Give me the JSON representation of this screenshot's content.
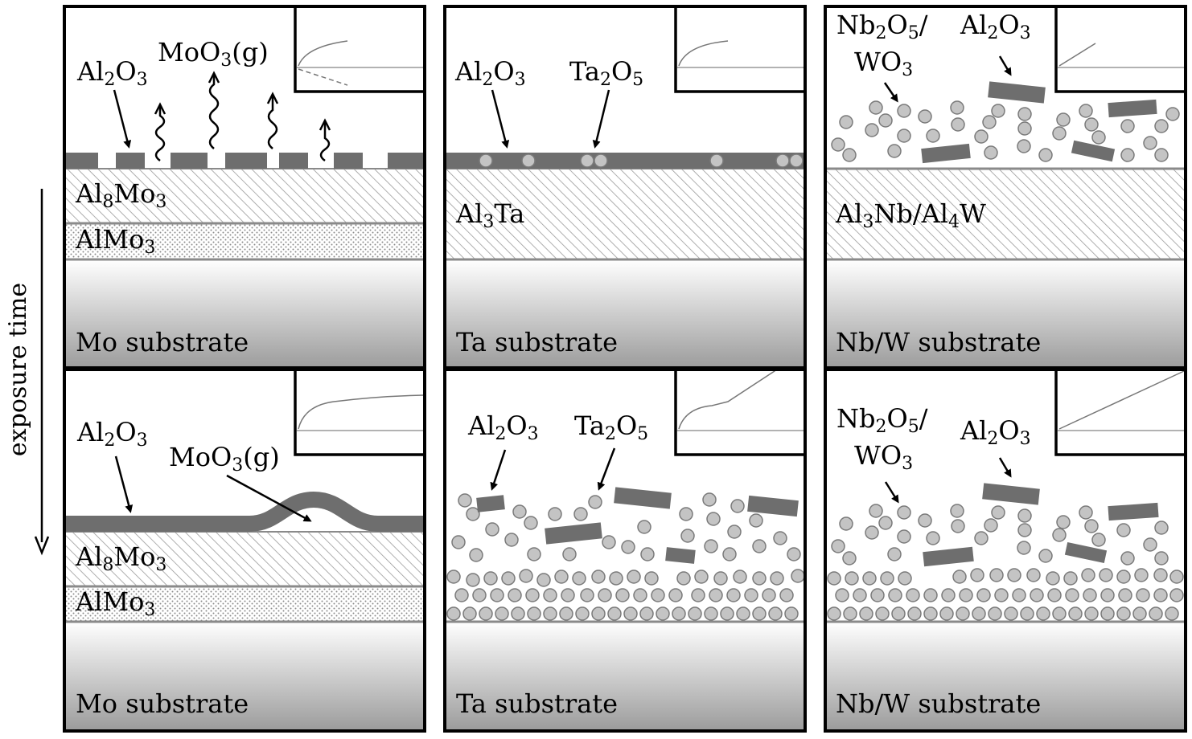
{
  "axis_label": "exposure time",
  "panels": [
    {
      "id": "mo-top",
      "substrate": "Mo substrate",
      "layer1": {
        "base": "Al",
        "sub1": "8",
        "mid": "Mo",
        "sub2": "3"
      },
      "layer2": {
        "base": "AlMo",
        "sub": "3"
      },
      "oxide": {
        "base": "Al",
        "sub": "2",
        "tail": "O",
        "sub2": "3"
      },
      "gas": {
        "base": "MoO",
        "sub": "3",
        "tail": "(g)"
      }
    },
    {
      "id": "ta-top",
      "substrate": "Ta substrate",
      "layer1": {
        "base": "Al",
        "sub": "3",
        "tail": "Ta"
      },
      "oxide": {
        "base": "Al",
        "sub": "2",
        "tail": "O",
        "sub2": "3"
      },
      "oxide2": {
        "base": "Ta",
        "sub": "2",
        "tail": "O",
        "sub2": "5"
      }
    },
    {
      "id": "nbw-top",
      "substrate": "Nb/W substrate",
      "layer1": {
        "a": "Al",
        "a_sub": "3",
        "b": "Nb/Al",
        "b_sub": "4",
        "c": "W"
      },
      "oxide_mix_line1": {
        "base": "Nb",
        "sub": "2",
        "tail": "O",
        "sub2": "5",
        "end": "/"
      },
      "oxide_mix_line2": {
        "base": "WO",
        "sub": "3"
      },
      "oxide": {
        "base": "Al",
        "sub": "2",
        "tail": "O",
        "sub2": "3"
      }
    },
    {
      "id": "mo-bottom",
      "substrate": "Mo substrate",
      "layer1": {
        "base": "Al",
        "sub1": "8",
        "mid": "Mo",
        "sub2": "3"
      },
      "layer2": {
        "base": "AlMo",
        "sub": "3"
      },
      "oxide": {
        "base": "Al",
        "sub": "2",
        "tail": "O",
        "sub2": "3"
      },
      "gas": {
        "base": "MoO",
        "sub": "3",
        "tail": "(g)"
      }
    },
    {
      "id": "ta-bottom",
      "substrate": "Ta substrate",
      "oxide": {
        "base": "Al",
        "sub": "2",
        "tail": "O",
        "sub2": "3"
      },
      "oxide2": {
        "base": "Ta",
        "sub": "2",
        "tail": "O",
        "sub2": "5"
      }
    },
    {
      "id": "nbw-bottom",
      "substrate": "Nb/W substrate",
      "oxide_mix_line1": {
        "base": "Nb",
        "sub": "2",
        "tail": "O",
        "sub2": "5",
        "end": "/"
      },
      "oxide_mix_line2": {
        "base": "WO",
        "sub": "3"
      },
      "oxide": {
        "base": "Al",
        "sub": "2",
        "tail": "O",
        "sub2": "3"
      }
    }
  ],
  "colors": {
    "oxide": "#6e6e6e",
    "particle_fill": "#c4c4c4",
    "particle_stroke": "#7a7a7a",
    "layer_line": "#8a8a8a",
    "hatch": "#9a9a9a",
    "substrate_top": "#ffffff",
    "substrate_bottom": "#9c9c9c",
    "frame": "#000000"
  }
}
